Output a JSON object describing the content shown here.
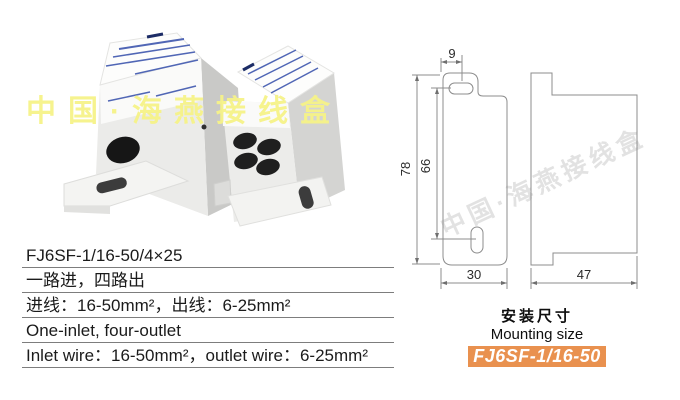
{
  "watermark": {
    "photo_text": "中国·海燕接线盒",
    "drawing_text": "中国·海燕接线盒"
  },
  "specs": {
    "rows": [
      "FJ6SF-1/16-50/4×25",
      "一路进，四路出",
      "进线：16-50mm²，出线：6-25mm²",
      "One-inlet, four-outlet",
      "Inlet wire：16-50mm²，outlet wire：6-25mm²"
    ]
  },
  "mounting": {
    "title_cn": "安装尺寸",
    "title_en": "Mounting size",
    "badge": "FJ6SF-1/16-50"
  },
  "drawing": {
    "dim_slot_width": "9",
    "dim_overall_height": "78",
    "dim_hole_spacing": "66",
    "dim_front_width": "30",
    "dim_side_depth": "47"
  },
  "colors": {
    "badge_bg": "#e9914f",
    "watermark_yellow": "#f6f388",
    "watermark_gray": "#e2e2e2",
    "label_text_blue": "#5066b5"
  }
}
